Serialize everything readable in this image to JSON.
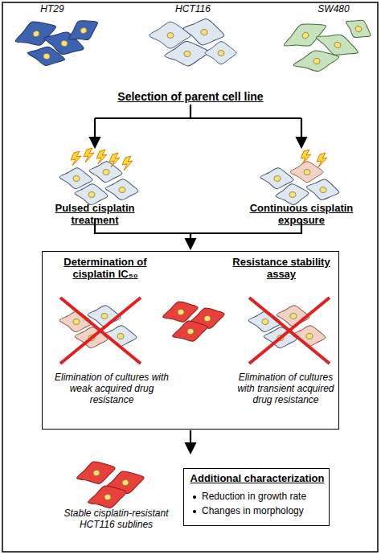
{
  "diagram": {
    "nodes": [
      {
        "text": [
          "Determination of cisplatin IC₅₀",
          "Resistance stability assay",
          "Elimination of cultures with weak acquired drug resistance",
          "Elimination of cultures with transient acquired drug resistance"
        ]
      },
      {
        "text": [
          "Additional characterization",
          "Reduction in growth rate",
          "Changes in morphology"
        ]
      }
    ],
    "labels": [
      "HT29",
      "HCT116",
      "SW480",
      "Selection of parent cell line",
      "Pulsed cisplatin treatment",
      "Continuous cisplatin exposure",
      "Stable cisplatin-resistant HCT116 sublines"
    ]
  }
}
